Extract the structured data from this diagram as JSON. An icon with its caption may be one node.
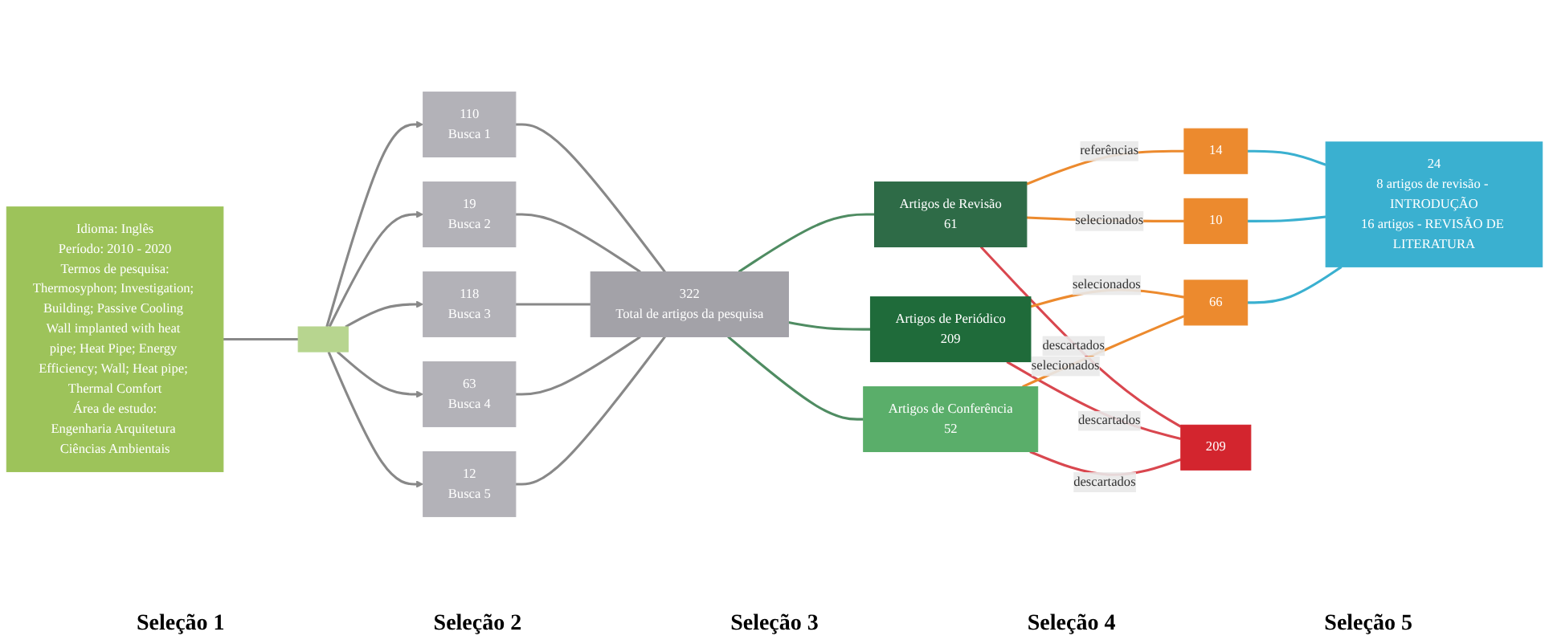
{
  "diagram": {
    "nodes": [
      {
        "text": [
          "Idioma: Inglês",
          "Período: 2010 - 2020",
          "Termos de pesquisa:",
          "Thermosyphon; Investigation; Building; Passive Cooling Wall implanted with heat pipe; Heat Pipe; Energy Efficiency; Wall; Heat pipe; Thermal Comfort",
          "Área de estudo:",
          "Engenharia Arquitetura Ciências Ambientais"
        ]
      },
      {
        "text": [],
        "shape": "bar"
      },
      {
        "text": [
          "110",
          "Busca 1"
        ]
      },
      {
        "text": [
          "19",
          "Busca 2"
        ]
      },
      {
        "text": [
          "118",
          "Busca 3"
        ]
      },
      {
        "text": [
          "63",
          "Busca 4"
        ]
      },
      {
        "text": [
          "12",
          "Busca 5"
        ]
      },
      {
        "text": [
          "322",
          "Total de artigos da pesquisa"
        ]
      },
      {
        "text": [
          "Artigos de Revisão",
          "61"
        ]
      },
      {
        "text": [
          "Artigos de Periódico",
          "209"
        ]
      },
      {
        "text": [
          "Artigos de Conferência",
          "52"
        ]
      },
      {
        "text": [
          "14"
        ]
      },
      {
        "text": [
          "10"
        ]
      },
      {
        "text": [
          "66"
        ]
      },
      {
        "text": [
          "209"
        ]
      },
      {
        "text": [
          "24",
          "8 artigos de revisão - INTRODUÇÃO",
          "16 artigos - REVISÃO DE LITERATURA"
        ]
      }
    ],
    "edges": [
      {
        "from": 0,
        "to": 1,
        "arrow": "none"
      },
      {
        "from": 1,
        "to": 2,
        "arrow": "to"
      },
      {
        "from": 1,
        "to": 3,
        "arrow": "to"
      },
      {
        "from": 1,
        "to": 4,
        "arrow": "to"
      },
      {
        "from": 1,
        "to": 5,
        "arrow": "to"
      },
      {
        "from": 1,
        "to": 6,
        "arrow": "to"
      },
      {
        "from": 2,
        "to": 7,
        "arrow": "none"
      },
      {
        "from": 3,
        "to": 7,
        "arrow": "none"
      },
      {
        "from": 4,
        "to": 7,
        "arrow": "none"
      },
      {
        "from": 5,
        "to": 7,
        "arrow": "none"
      },
      {
        "from": 6,
        "to": 7,
        "arrow": "none"
      },
      {
        "from": 7,
        "to": 8,
        "arrow": "none",
        "color": "#4f8c62"
      },
      {
        "from": 7,
        "to": 9,
        "arrow": "none",
        "color": "#4f8c62"
      },
      {
        "from": 7,
        "to": 10,
        "arrow": "none",
        "color": "#4f8c62"
      },
      {
        "from": 8,
        "to": 11,
        "arrow": "none",
        "label": "referências",
        "color": "#ec8a2e"
      },
      {
        "from": 8,
        "to": 12,
        "arrow": "none",
        "label": "selecionados",
        "color": "#ec8a2e"
      },
      {
        "from": 8,
        "to": 14,
        "arrow": "none",
        "label": "descartados",
        "color": "#d9474f"
      },
      {
        "from": 9,
        "to": 13,
        "arrow": "none",
        "label": "selecionados",
        "color": "#ec8a2e"
      },
      {
        "from": 9,
        "to": 14,
        "arrow": "none",
        "label": "descartados",
        "color": "#d9474f"
      },
      {
        "from": 10,
        "to": 13,
        "arrow": "none",
        "label": "selecionados",
        "color": "#ec8a2e"
      },
      {
        "from": 10,
        "to": 14,
        "arrow": "none",
        "label": "descartados",
        "color": "#d9474f"
      },
      {
        "from": 11,
        "to": 15,
        "arrow": "none",
        "color": "#3ab0d0"
      },
      {
        "from": 12,
        "to": 15,
        "arrow": "none",
        "color": "#3ab0d0"
      },
      {
        "from": 13,
        "to": 15,
        "arrow": "none",
        "color": "#3ab0d0"
      }
    ],
    "labels": [
      "Seleção 1",
      "Seleção 2",
      "Seleção 3",
      "Seleção 4",
      "Seleção 5"
    ]
  }
}
